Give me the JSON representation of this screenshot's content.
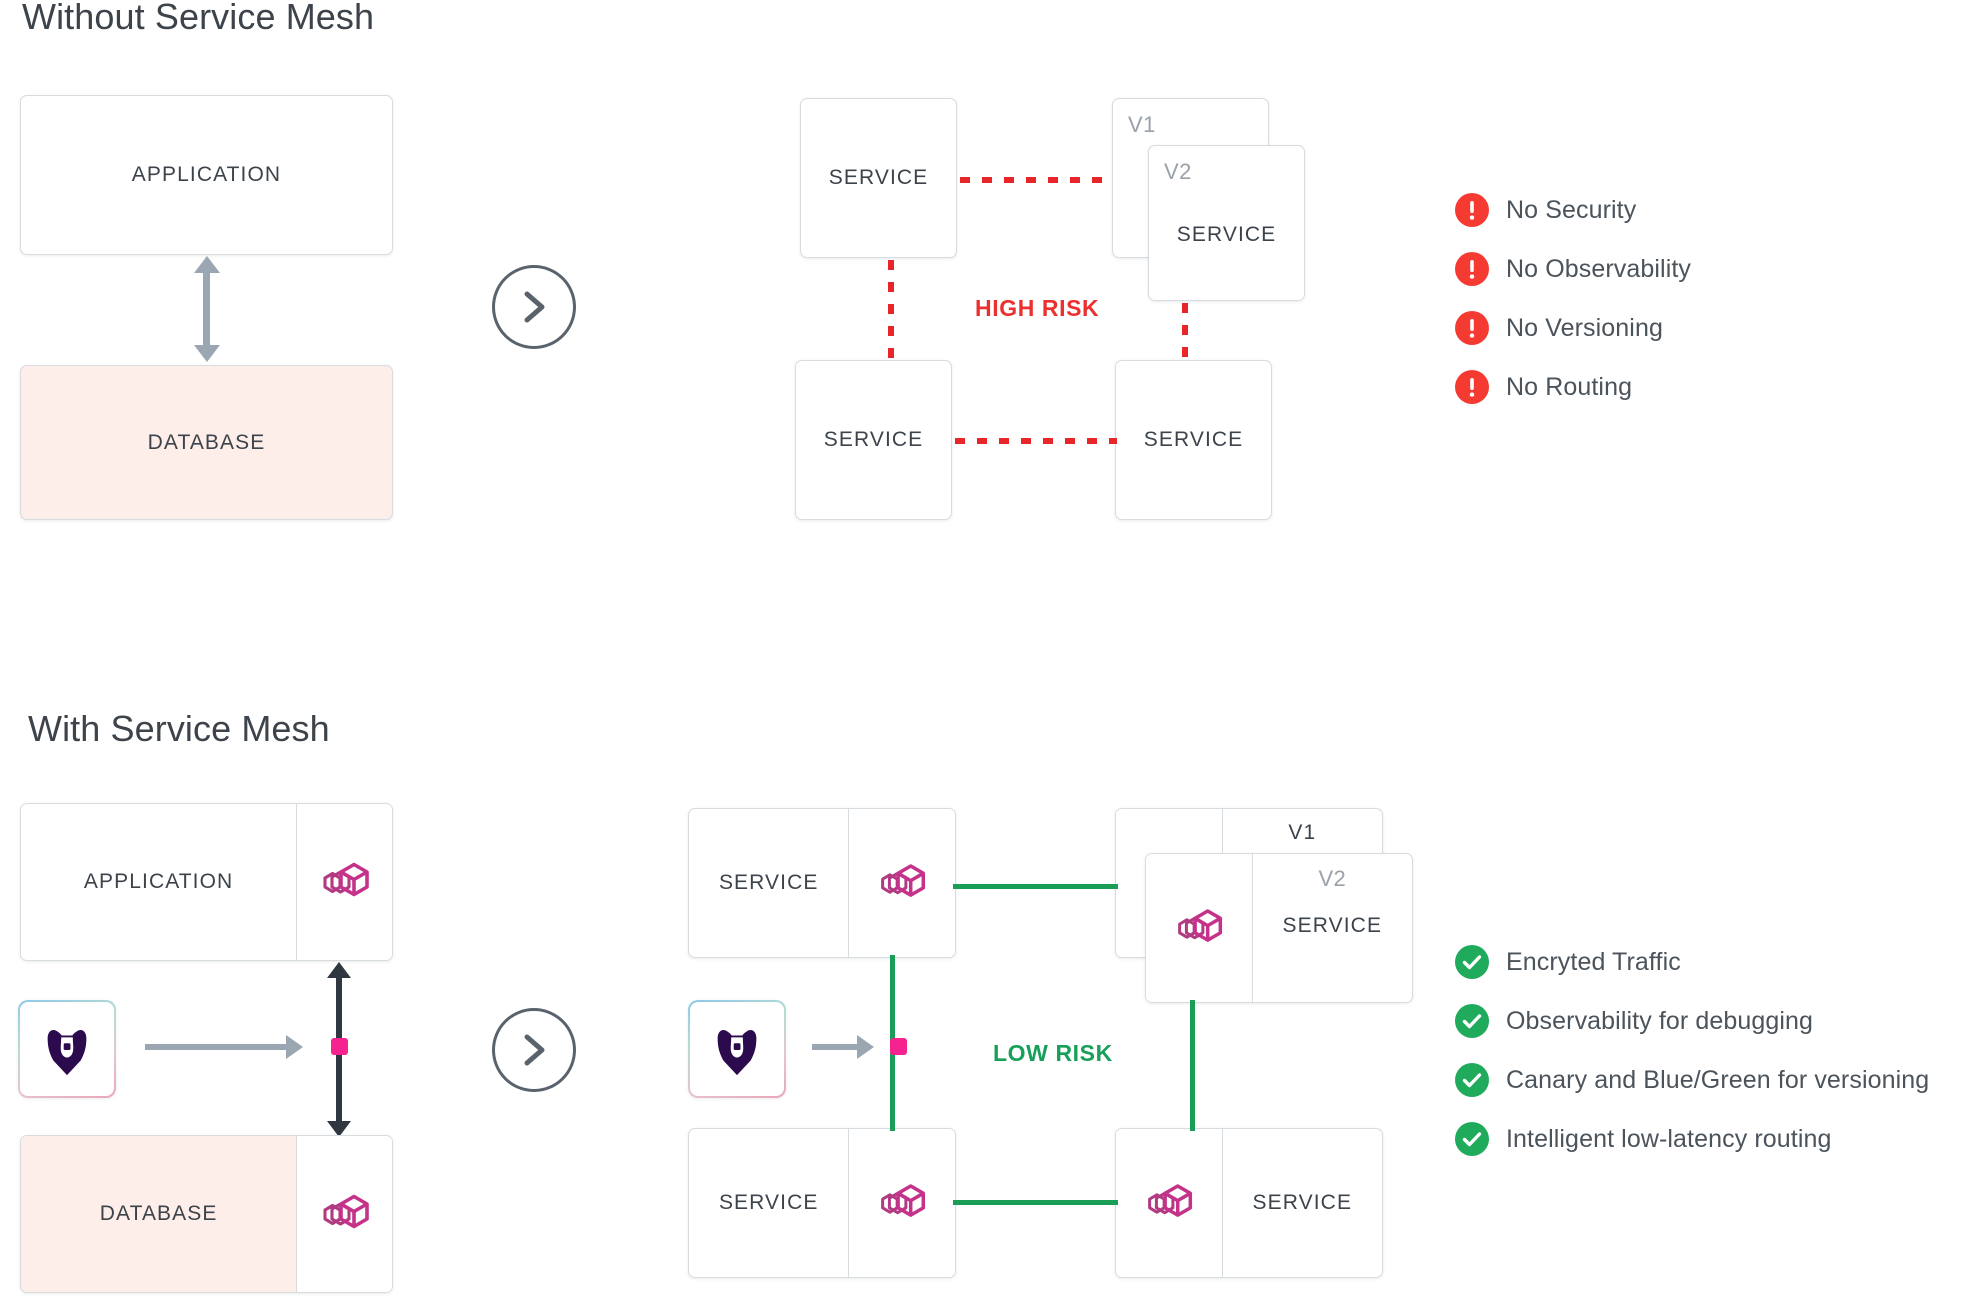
{
  "sections": {
    "without": {
      "title": "Without Service Mesh",
      "app_label": "APPLICATION",
      "db_label": "DATABASE",
      "risk_label": "HIGH RISK",
      "risk_color": "#ec3030",
      "service_labels": {
        "top_left": "SERVICE",
        "top_right": "SERVICE",
        "bottom_left": "SERVICE",
        "bottom_right": "SERVICE"
      },
      "version_labels": {
        "v1": "V1",
        "v2": "V2"
      },
      "chevron_icon": "chevron-right-icon",
      "connector_style": "dotted",
      "connector_color": "#e8262a"
    },
    "with": {
      "title": "With Service Mesh",
      "app_label": "APPLICATION",
      "db_label": "DATABASE",
      "risk_label": "LOW RISK",
      "risk_color": "#18a05a",
      "service_labels": {
        "top_left": "SERVICE",
        "top_right": "SERVICE",
        "bottom_left": "SERVICE",
        "bottom_right": "SERVICE"
      },
      "version_labels": {
        "v1": "V1",
        "v2": "V2"
      },
      "chevron_icon": "chevron-right-icon",
      "sidecar_icon": "linkerd-sidecar-icon",
      "sidecar_color": "#c4328a",
      "logo_icon": "buoyant-bear-logo",
      "logo_color": "#2c0a4e",
      "node_icon": "mesh-node-dot",
      "node_color": "#f4238f",
      "connector_style": "solid",
      "connector_color": "#1a9e57"
    }
  },
  "legend_without": {
    "icon_name": "alert-exclamation-icon",
    "icon_color": "#f53a32",
    "items": [
      "No Security",
      "No Observability",
      "No Versioning",
      "No Routing"
    ]
  },
  "legend_with": {
    "icon_name": "check-circle-icon",
    "icon_color": "#1faa5c",
    "items": [
      "Encryted Traffic",
      "Observability for debugging",
      "Canary and Blue/Green for versioning",
      "Intelligent low-latency routing"
    ]
  }
}
